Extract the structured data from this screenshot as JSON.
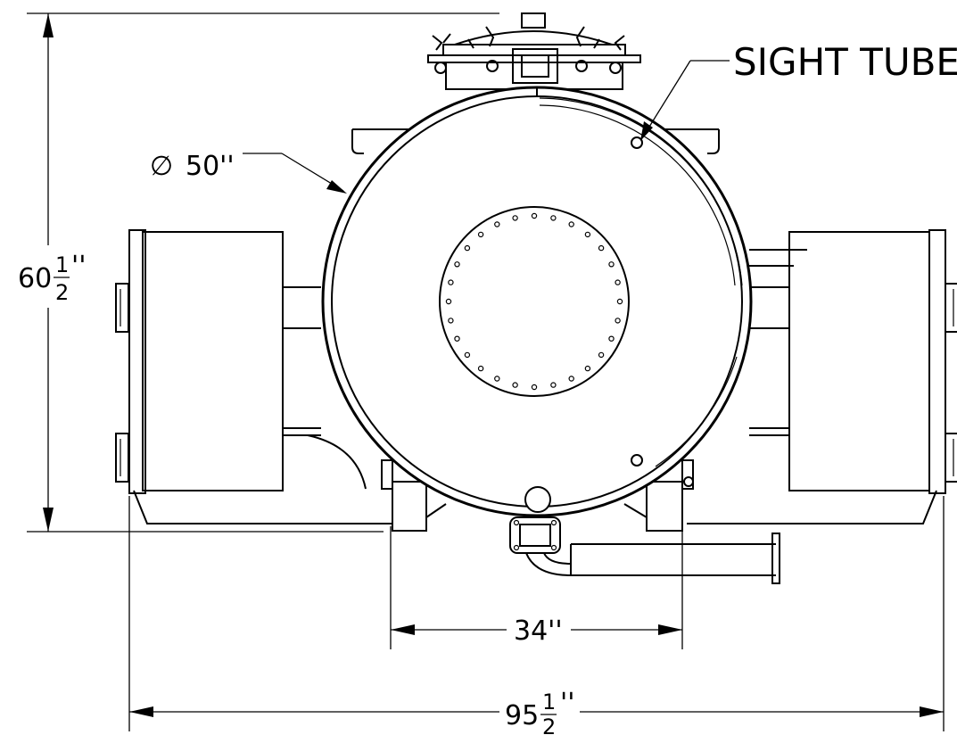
{
  "labels": {
    "sight_tube": "SIGHT TUBE",
    "diameter_symbol": "∅",
    "diameter_value": "50''",
    "height_whole": "60",
    "height_num": "1",
    "height_den": "2",
    "height_unit": "''",
    "center_width": "34''",
    "total_whole": "95",
    "total_num": "1",
    "total_den": "2",
    "total_unit": "''"
  }
}
